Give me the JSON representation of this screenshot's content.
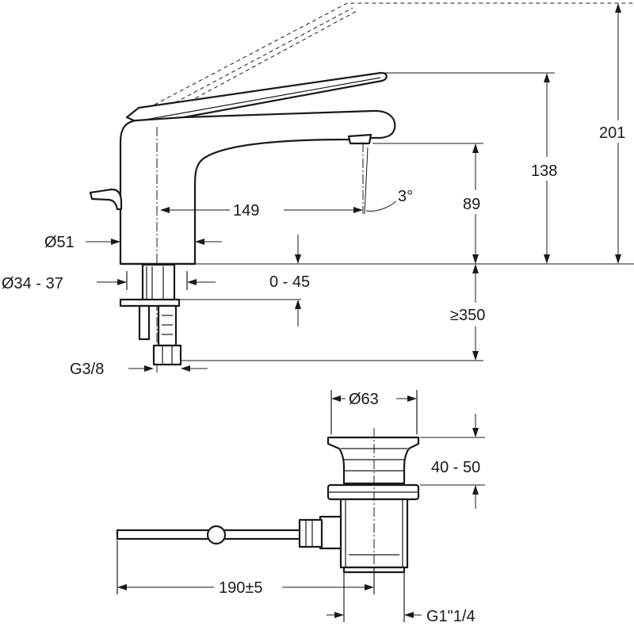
{
  "dimensions": {
    "total_height": "201",
    "spout_height": "138",
    "outlet_height": "89",
    "spout_reach": "149",
    "spout_angle": "3°",
    "body_diameter": "Ø51",
    "hole_diameter": "Ø34 - 37",
    "deck_thickness": "0 - 45",
    "hose_length": "≥350",
    "connection_thread": "G3/8",
    "waste_diameter": "Ø63",
    "waste_depth": "40 - 50",
    "rod_length": "190±5",
    "waste_thread": "G1\"1/4"
  }
}
